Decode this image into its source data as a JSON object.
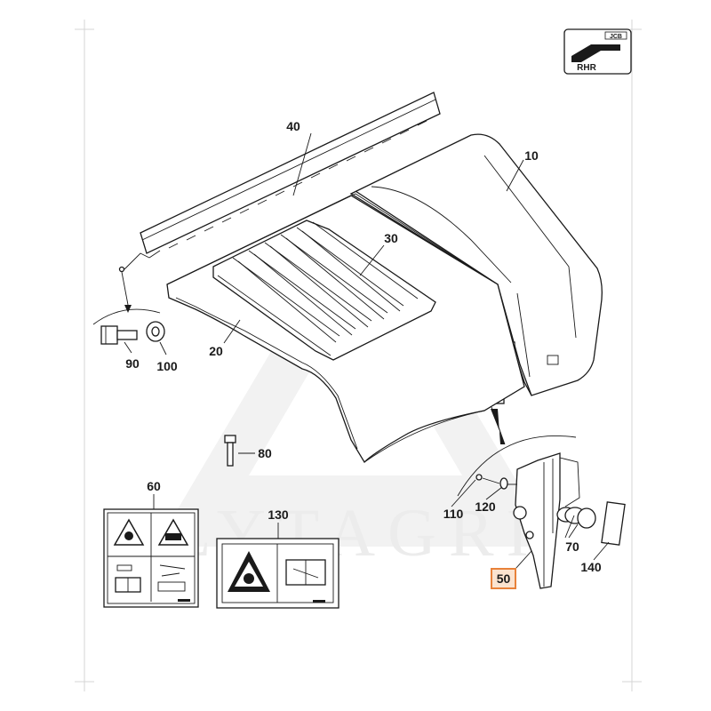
{
  "orientation_badge": {
    "label": "RHR",
    "brand": "JCB"
  },
  "watermark": "LYTAGRI",
  "callouts": {
    "p10": "10",
    "p20": "20",
    "p30": "30",
    "p40": "40",
    "p50": "50",
    "p60": "60",
    "p70": "70",
    "p80": "80",
    "p90": "90",
    "p100": "100",
    "p110": "110",
    "p120": "120",
    "p130": "130",
    "p140": "140"
  },
  "highlighted_part": "50",
  "colors": {
    "line": "#1a1a1a",
    "highlight_border": "#e8823a",
    "highlight_fill": "#fbe3cf",
    "watermark": "#f0f0f0",
    "frame_line": "#d0d0d0"
  }
}
